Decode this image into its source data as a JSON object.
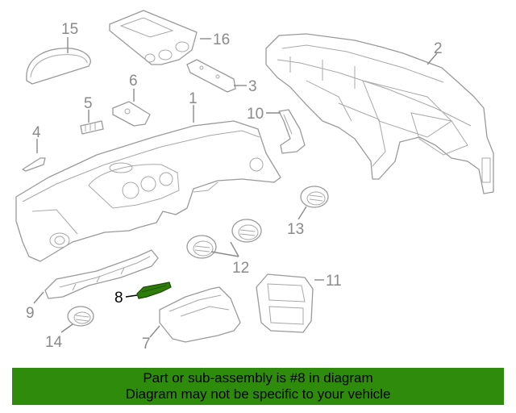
{
  "callouts": [
    {
      "id": "1",
      "label": "1"
    },
    {
      "id": "2",
      "label": "2"
    },
    {
      "id": "3",
      "label": "3"
    },
    {
      "id": "4",
      "label": "4"
    },
    {
      "id": "5",
      "label": "5"
    },
    {
      "id": "6",
      "label": "6"
    },
    {
      "id": "7",
      "label": "7"
    },
    {
      "id": "8",
      "label": "8"
    },
    {
      "id": "9",
      "label": "9"
    },
    {
      "id": "10",
      "label": "10"
    },
    {
      "id": "11",
      "label": "11"
    },
    {
      "id": "12",
      "label": "12"
    },
    {
      "id": "13",
      "label": "13"
    },
    {
      "id": "14",
      "label": "14"
    },
    {
      "id": "15",
      "label": "15"
    },
    {
      "id": "16",
      "label": "16"
    }
  ],
  "highlighted_part": "8",
  "highlight_color": "#2e7d0a",
  "banner": {
    "line1": "Part or sub-assembly is #8 in diagram",
    "line2": "Diagram may not be specific to your vehicle",
    "background": "#2e8b0c"
  }
}
